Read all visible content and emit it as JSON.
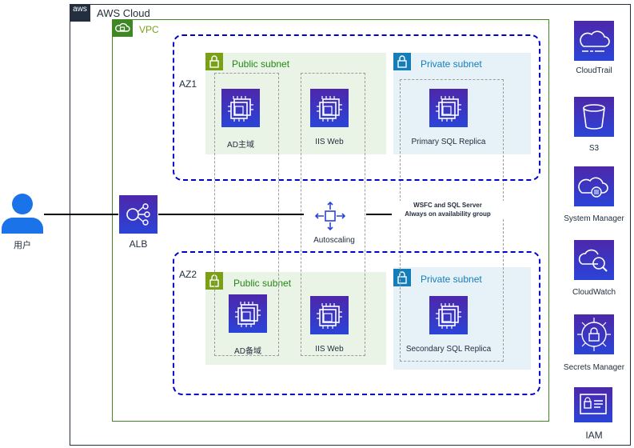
{
  "aws_cloud": {
    "badge": "aws",
    "label": "AWS Cloud"
  },
  "vpc": {
    "label": "VPC"
  },
  "az1": {
    "label": "AZ1",
    "public_subnet": "Public subnet",
    "private_subnet": "Private subnet",
    "nodes": [
      "AD主域",
      "IIS Web",
      "Primary SQL Replica"
    ]
  },
  "az2": {
    "label": "AZ2",
    "public_subnet": "Public subnet",
    "private_subnet": "Private subnet",
    "nodes": [
      "AD备域",
      "IIS Web",
      "Secondary SQL Replica"
    ]
  },
  "user": {
    "label": "用户"
  },
  "alb": {
    "label": "ALB"
  },
  "autoscaling": {
    "label": "Autoscaling"
  },
  "wsfc": {
    "line1": "WSFC and SQL Server",
    "line2": "Always on availability group"
  },
  "services": [
    {
      "name": "cloudtrail-icon",
      "label": "CloudTrail"
    },
    {
      "name": "s3-icon",
      "label": "S3"
    },
    {
      "name": "systems-manager-icon",
      "label": "System Manager"
    },
    {
      "name": "cloudwatch-icon",
      "label": "CloudWatch"
    },
    {
      "name": "secrets-manager-icon",
      "label": "Secrets Manager"
    },
    {
      "name": "iam-icon",
      "label": "IAM"
    }
  ],
  "colors": {
    "aws_dark": "#232f3e",
    "vpc_green": "#3f8624",
    "subnet_green": "#7aa116",
    "subnet_blue": "#147eba",
    "az_dash": "#0000cc",
    "ec2_purple": "#4d27aa",
    "ec2_blue": "#2a44d8",
    "user_blue": "#1a73e8"
  }
}
